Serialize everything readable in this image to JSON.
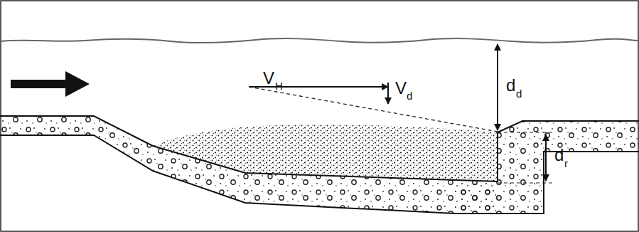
{
  "diagram": {
    "labels": [
      "V",
      "H",
      "V",
      "d",
      "d",
      "d",
      "d",
      "r"
    ]
  }
}
